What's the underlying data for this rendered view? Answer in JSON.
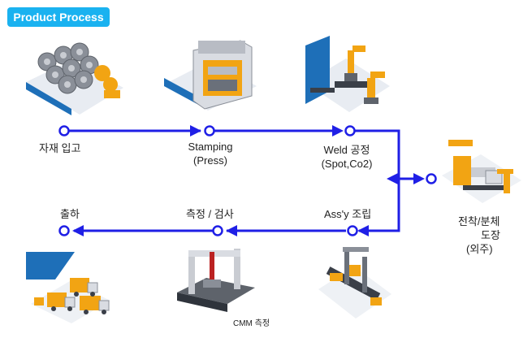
{
  "header": {
    "title": "Product Process"
  },
  "steps": [
    {
      "id": "material-receiving",
      "label": "자재 입고"
    },
    {
      "id": "stamping",
      "label": "Stamping",
      "sub": "(Press)"
    },
    {
      "id": "weld",
      "label": "Weld 공정",
      "sub": "(Spot,Co2)"
    },
    {
      "id": "ed-coating",
      "label": "전착/분체",
      "sub": "도장",
      "sub2": "(외주)"
    },
    {
      "id": "assembly",
      "label": "Ass'y 조립"
    },
    {
      "id": "measure",
      "label": "측정 / 검사"
    },
    {
      "id": "shipping",
      "label": "출하"
    }
  ],
  "captions": {
    "cmm": "CMM 측정"
  },
  "colors": {
    "badge": "#1ab2f0",
    "flow_line": "#1f1fe6",
    "node_fill": "#ffffff",
    "accent_orange": "#f2a413",
    "accent_blue": "#1e6fb8"
  }
}
